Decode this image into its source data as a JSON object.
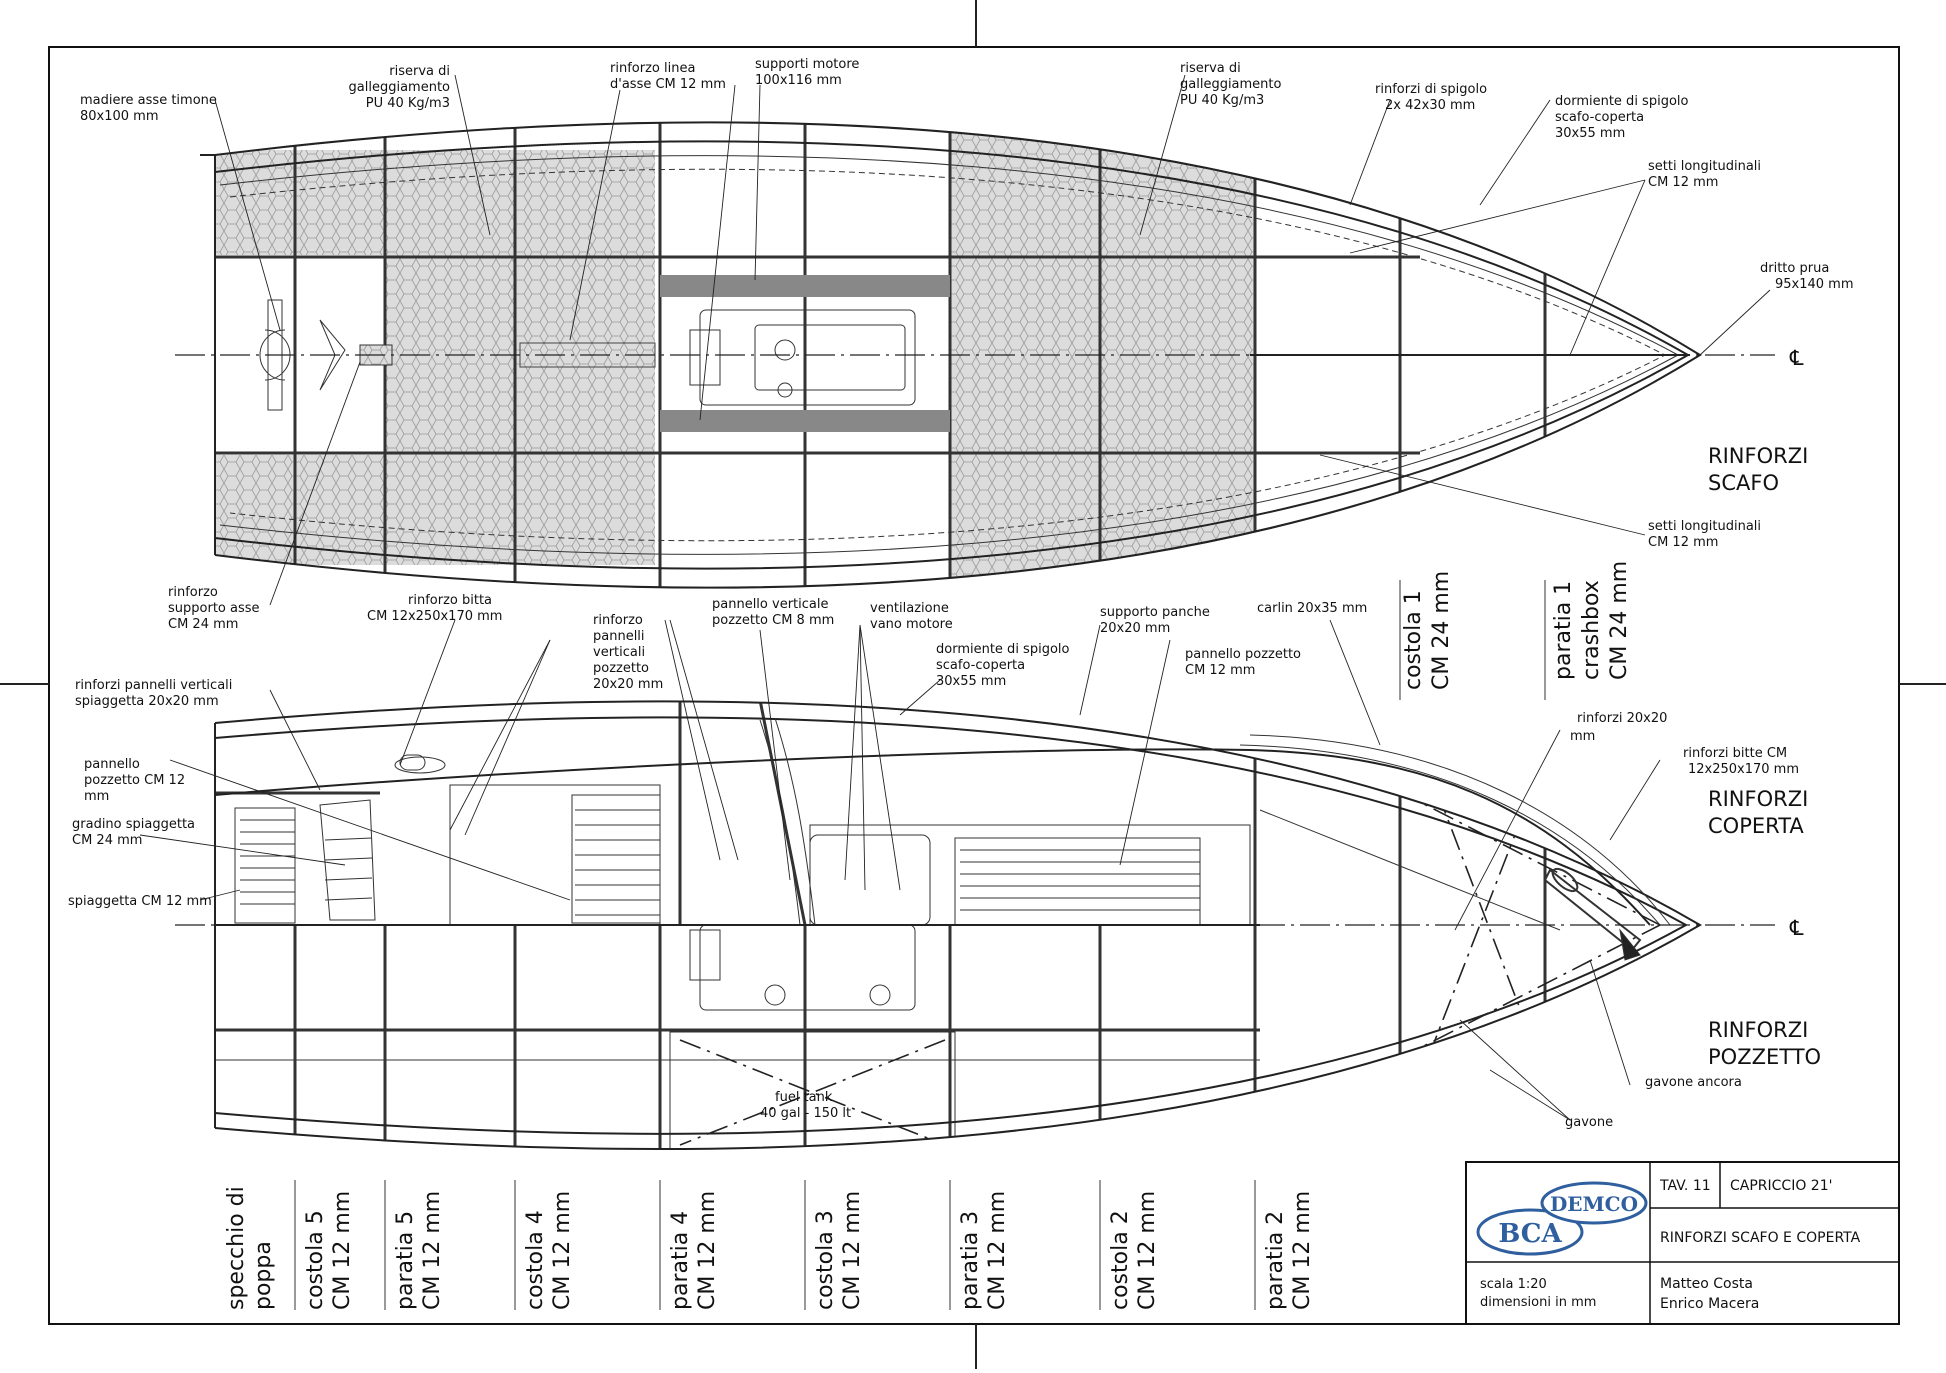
{
  "labels_top": {
    "madiere_1": "madiere asse timone",
    "madiere_2": "80x100 mm",
    "riserva_a_1": "riserva di",
    "riserva_a_2": "galleggiamento",
    "riserva_a_3": "PU 40 Kg/m3",
    "rinforzo_linea_1": "rinforzo linea",
    "rinforzo_linea_2": "d'asse CM 12 mm",
    "supporti_1": "supporti motore",
    "supporti_2": "100x116 mm",
    "riserva_b_1": "riserva di",
    "riserva_b_2": "galleggiamento",
    "riserva_b_3": "PU 40 Kg/m3",
    "spigolo_1": "rinforzi di spigolo",
    "spigolo_2": "2x 42x30 mm",
    "dormiente_1": "dormiente di spigolo",
    "dormiente_2": "scafo-coperta",
    "dormiente_3": "30x55 mm",
    "setti_a_1": "setti longitudinali",
    "setti_a_2": "CM 12 mm",
    "dritto_1": "dritto prua",
    "dritto_2": "95x140 mm",
    "setti_b_1": "setti longitudinali",
    "setti_b_2": "CM 12 mm",
    "supp_asse_1": "rinforzo",
    "supp_asse_2": "supporto asse",
    "supp_asse_3": "CM 24 mm"
  },
  "labels_bottom": {
    "bitta_1": "rinforzo bitta",
    "bitta_2": "CM 12x250x170 mm",
    "pann_vert_1": "rinforzo",
    "pann_vert_2": "pannelli",
    "pann_vert_3": "verticali",
    "pann_vert_4": "pozzetto",
    "pann_vert_5": "20x20 mm",
    "pv_pozz_1": "pannello verticale",
    "pv_pozz_2": "pozzetto CM 8 mm",
    "vent_1": "ventilazione",
    "vent_2": "vano motore",
    "supp_panche_1": "supporto panche",
    "supp_panche_2": "20x20 mm",
    "carlin": "carlin 20x35 mm",
    "dorm_1": "dormiente di spigolo",
    "dorm_2": "scafo-coperta",
    "dorm_3": "30x55 mm",
    "pann_pozz_1": "pannello pozzetto",
    "pann_pozz_2": "CM 12 mm",
    "rinf_spiag_1": "rinforzi pannelli verticali",
    "rinf_spiag_2": "spiaggetta   20x20 mm",
    "pannello_1": "pannello",
    "pannello_2": "pozzetto CM 12",
    "pannello_3": "mm",
    "gradino_1": "gradino spiaggetta",
    "gradino_2": "CM 24 mm",
    "spiaggetta": "spiaggetta CM 12 mm",
    "rinf2020_1": "rinforzi 20x20",
    "rinf2020_2": "mm",
    "bitte_1": "rinforzi bitte CM",
    "bitte_2": "12x250x170 mm",
    "fuel_1": "fuel tank",
    "fuel_2": "40 gal - 150 lt",
    "gavone_ancora": "gavone ancora",
    "gavone": "gavone"
  },
  "section_titles": {
    "scafo_1": "RINFORZI",
    "scafo_2": "SCAFO",
    "coperta_1": "RINFORZI",
    "coperta_2": "COPERTA",
    "pozzetto_1": "RINFORZI",
    "pozzetto_2": "POZZETTO"
  },
  "centerline_symbol": "℄",
  "mid_stations": {
    "costola1_1": "costola 1",
    "costola1_2": "CM 24 mm",
    "paratia1_1": "paratia 1",
    "paratia1_2": "crashbox",
    "paratia1_3": "CM 24 mm"
  },
  "stations": [
    {
      "line1": "specchio di",
      "line2": "poppa"
    },
    {
      "line1": "costola 5",
      "line2": "CM 12 mm"
    },
    {
      "line1": "paratia 5",
      "line2": "CM 12 mm"
    },
    {
      "line1": "costola 4",
      "line2": "CM 12 mm"
    },
    {
      "line1": "paratia 4",
      "line2": "CM 12 mm"
    },
    {
      "line1": "costola 3",
      "line2": "CM 12 mm"
    },
    {
      "line1": "paratia 3",
      "line2": "CM 12 mm"
    },
    {
      "line1": "costola 2",
      "line2": "CM 12 mm"
    },
    {
      "line1": "paratia 2",
      "line2": "CM 12 mm"
    }
  ],
  "title_block": {
    "logo_demco": "DEMCO",
    "logo_bca": "BCA",
    "tav": "TAV. 11",
    "project": "CAPRICCIO 21'",
    "subject": "RINFORZI SCAFO E COPERTA",
    "scale": "scala 1:20",
    "units": "dimensioni in mm",
    "author_1": "Matteo Costa",
    "author_2": "Enrico Macera"
  },
  "colors": {
    "logo_blue": "#2f5f9f",
    "structure_gray": "#888888",
    "foam_fill": "#d8d8d8"
  }
}
